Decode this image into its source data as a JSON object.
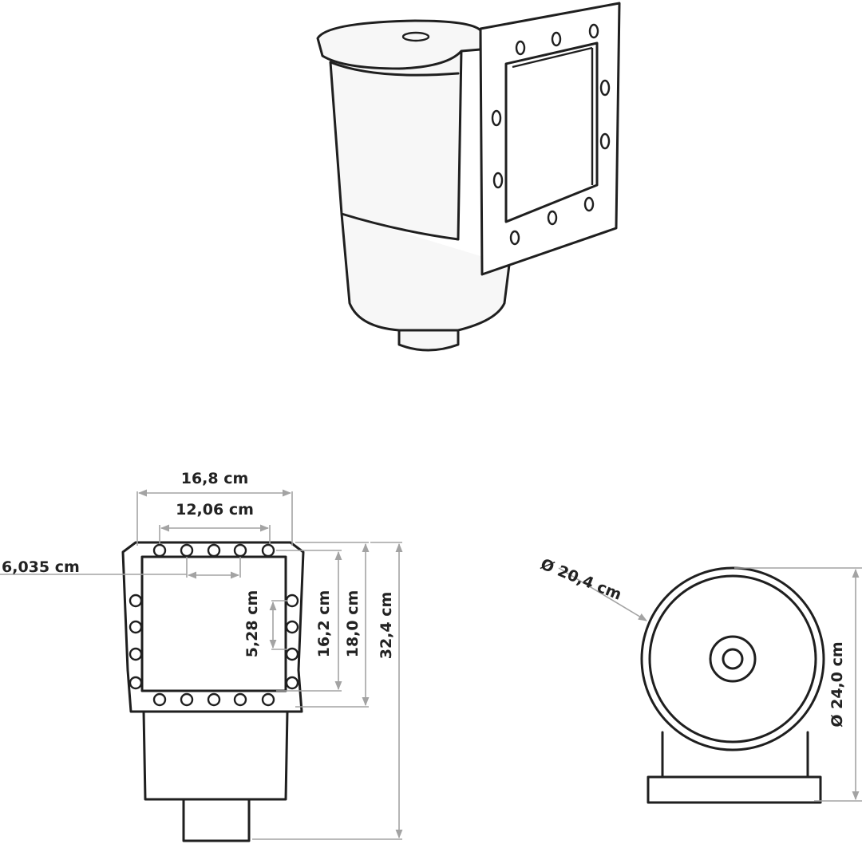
{
  "figure": {
    "top_view": {
      "name": "isometric skimmer view"
    },
    "front_view": {
      "dimensions": {
        "outer_width": "16,8 cm",
        "inner_hole_span": "12,06 cm",
        "hole_spacing": "6,035 cm",
        "vertical_hole_spacing": "5,28 cm",
        "inner_height": "16,2 cm",
        "flange_height": "18,0 cm",
        "total_height": "32,4 cm"
      }
    },
    "side_view": {
      "dimensions": {
        "inner_diameter": "Ø 20,4 cm",
        "outer_diameter": "Ø 24,0 cm"
      }
    }
  }
}
